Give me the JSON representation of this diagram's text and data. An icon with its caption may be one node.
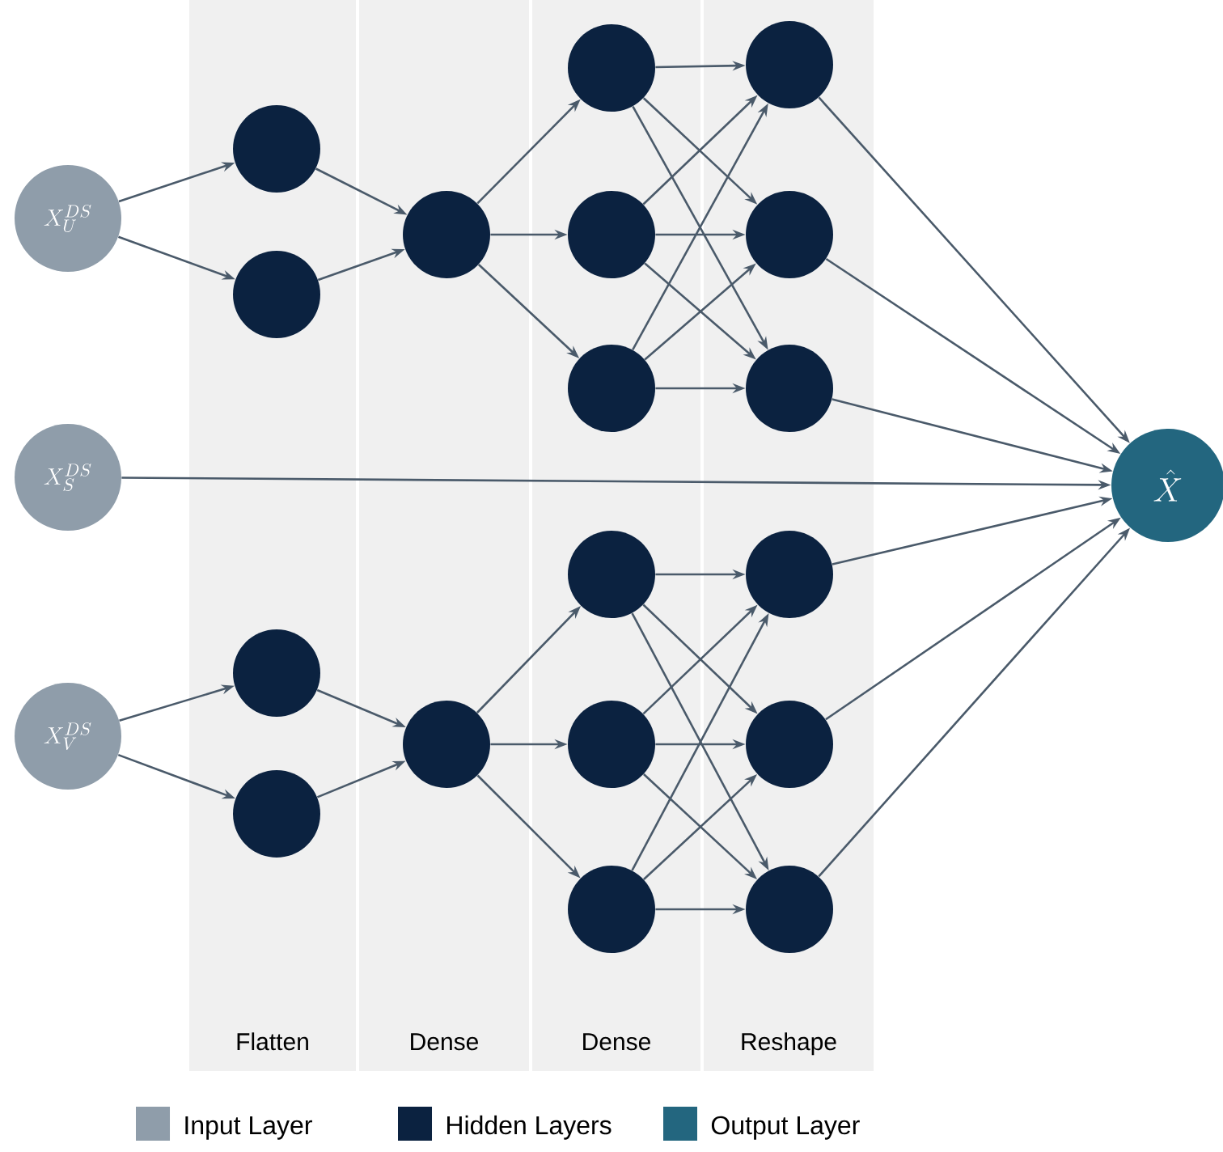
{
  "diagram": {
    "nodes": [
      {
        "text": [
          "Flatten"
        ]
      },
      {
        "text": [
          "Dense"
        ]
      },
      {
        "text": [
          "Dense"
        ]
      },
      {
        "text": [
          "Reshape"
        ]
      },
      {
        "text": [
          "X_U^{DS}"
        ]
      },
      {
        "text": [
          "X_S^{DS}"
        ]
      },
      {
        "text": [
          "X_V^{DS}"
        ]
      },
      {
        "text": [],
        "shape": "circle",
        "in": 0
      },
      {
        "text": [],
        "shape": "circle",
        "in": 0
      },
      {
        "text": [],
        "shape": "circle",
        "in": 1
      },
      {
        "text": [],
        "shape": "circle",
        "in": 2
      },
      {
        "text": [],
        "shape": "circle",
        "in": 2
      },
      {
        "text": [],
        "shape": "circle",
        "in": 2
      },
      {
        "text": [],
        "shape": "circle",
        "in": 3
      },
      {
        "text": [],
        "shape": "circle",
        "in": 3
      },
      {
        "text": [],
        "shape": "circle",
        "in": 3
      },
      {
        "text": [],
        "shape": "circle",
        "in": 0
      },
      {
        "text": [],
        "shape": "circle",
        "in": 0
      },
      {
        "text": [],
        "shape": "circle",
        "in": 1
      },
      {
        "text": [],
        "shape": "circle",
        "in": 2
      },
      {
        "text": [],
        "shape": "circle",
        "in": 2
      },
      {
        "text": [],
        "shape": "circle",
        "in": 2
      },
      {
        "text": [],
        "shape": "circle",
        "in": 3
      },
      {
        "text": [],
        "shape": "circle",
        "in": 3
      },
      {
        "text": [],
        "shape": "circle",
        "in": 3
      },
      {
        "text": [
          "\\hat{X}"
        ]
      }
    ],
    "edges": [
      {
        "from": 4,
        "to": 7,
        "arrow": "to"
      },
      {
        "from": 4,
        "to": 8,
        "arrow": "to"
      },
      {
        "from": 7,
        "to": 9,
        "arrow": "to"
      },
      {
        "from": 8,
        "to": 9,
        "arrow": "to"
      },
      {
        "from": 9,
        "to": 10,
        "arrow": "to"
      },
      {
        "from": 9,
        "to": 11,
        "arrow": "to"
      },
      {
        "from": 9,
        "to": 12,
        "arrow": "to"
      },
      {
        "from": 10,
        "to": 13,
        "arrow": "to"
      },
      {
        "from": 10,
        "to": 14,
        "arrow": "to"
      },
      {
        "from": 10,
        "to": 15,
        "arrow": "to"
      },
      {
        "from": 11,
        "to": 13,
        "arrow": "to"
      },
      {
        "from": 11,
        "to": 14,
        "arrow": "to"
      },
      {
        "from": 11,
        "to": 15,
        "arrow": "to"
      },
      {
        "from": 12,
        "to": 13,
        "arrow": "to"
      },
      {
        "from": 12,
        "to": 14,
        "arrow": "to"
      },
      {
        "from": 12,
        "to": 15,
        "arrow": "to"
      },
      {
        "from": 13,
        "to": 25,
        "arrow": "to"
      },
      {
        "from": 14,
        "to": 25,
        "arrow": "to"
      },
      {
        "from": 15,
        "to": 25,
        "arrow": "to"
      },
      {
        "from": 5,
        "to": 25,
        "arrow": "to"
      },
      {
        "from": 6,
        "to": 16,
        "arrow": "to"
      },
      {
        "from": 6,
        "to": 17,
        "arrow": "to"
      },
      {
        "from": 16,
        "to": 18,
        "arrow": "to"
      },
      {
        "from": 17,
        "to": 18,
        "arrow": "to"
      },
      {
        "from": 18,
        "to": 19,
        "arrow": "to"
      },
      {
        "from": 18,
        "to": 20,
        "arrow": "to"
      },
      {
        "from": 18,
        "to": 21,
        "arrow": "to"
      },
      {
        "from": 19,
        "to": 22,
        "arrow": "to"
      },
      {
        "from": 19,
        "to": 23,
        "arrow": "to"
      },
      {
        "from": 19,
        "to": 24,
        "arrow": "to"
      },
      {
        "from": 20,
        "to": 22,
        "arrow": "to"
      },
      {
        "from": 20,
        "to": 23,
        "arrow": "to"
      },
      {
        "from": 20,
        "to": 24,
        "arrow": "to"
      },
      {
        "from": 21,
        "to": 22,
        "arrow": "to"
      },
      {
        "from": 21,
        "to": 23,
        "arrow": "to"
      },
      {
        "from": 21,
        "to": 24,
        "arrow": "to"
      },
      {
        "from": 22,
        "to": 25,
        "arrow": "to"
      },
      {
        "from": 23,
        "to": 25,
        "arrow": "to"
      },
      {
        "from": 24,
        "to": 25,
        "arrow": "to"
      }
    ],
    "legend": [
      {
        "text": "Input Layer",
        "color": "#8f9daa"
      },
      {
        "text": "Hidden Layers",
        "color": "#0b2240"
      },
      {
        "text": "Output Layer",
        "color": "#23667f"
      }
    ]
  }
}
